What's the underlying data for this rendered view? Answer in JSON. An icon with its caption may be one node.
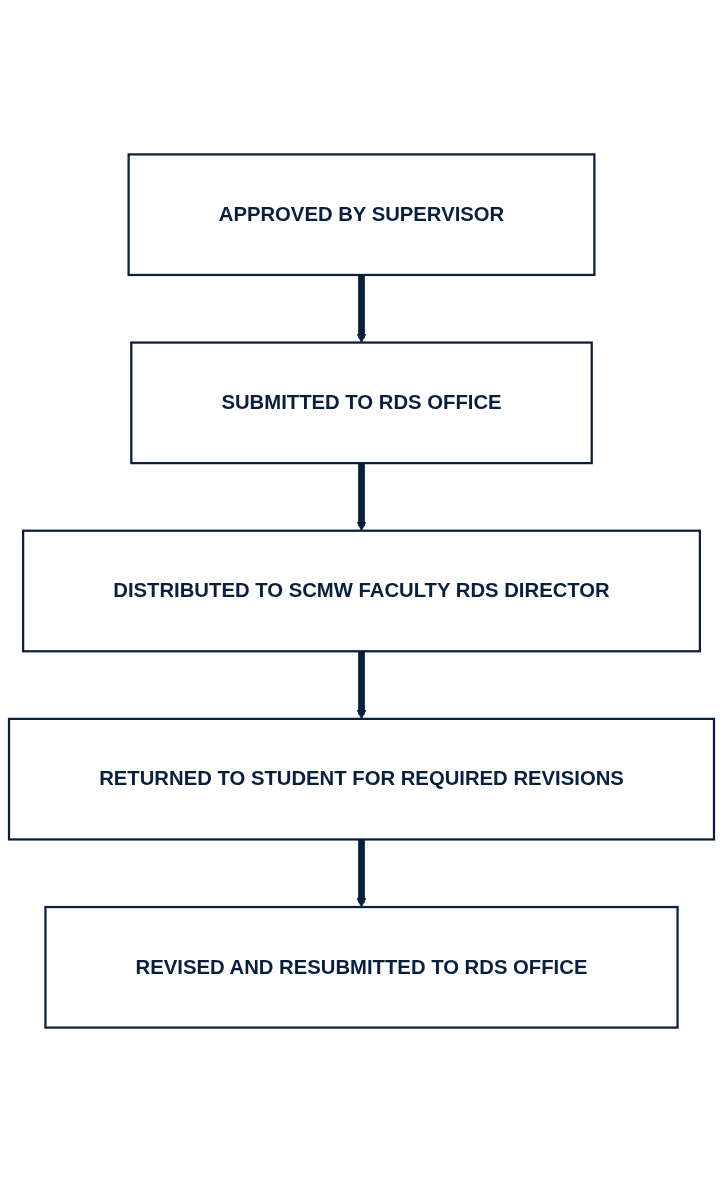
{
  "diagram": {
    "nodes": [
      {
        "text": [
          "APPROVED BY SUPERVISOR"
        ]
      },
      {
        "text": [
          "SUBMITTED TO RDS OFFICE"
        ]
      },
      {
        "text": [
          "DISTRIBUTED TO SCMW FACULTY RDS DIRECTOR"
        ]
      },
      {
        "text": [
          "RETURNED TO STUDENT FOR REQUIRED REVISIONS"
        ]
      },
      {
        "text": [
          "REVISED AND RESUBMITTED TO RDS OFFICE"
        ]
      }
    ],
    "edges": [
      {
        "from": 0,
        "to": 1,
        "arrow": "to"
      },
      {
        "from": 1,
        "to": 2,
        "arrow": "to"
      },
      {
        "from": 2,
        "to": 3,
        "arrow": "to"
      },
      {
        "from": 3,
        "to": 4,
        "arrow": "to"
      }
    ]
  }
}
